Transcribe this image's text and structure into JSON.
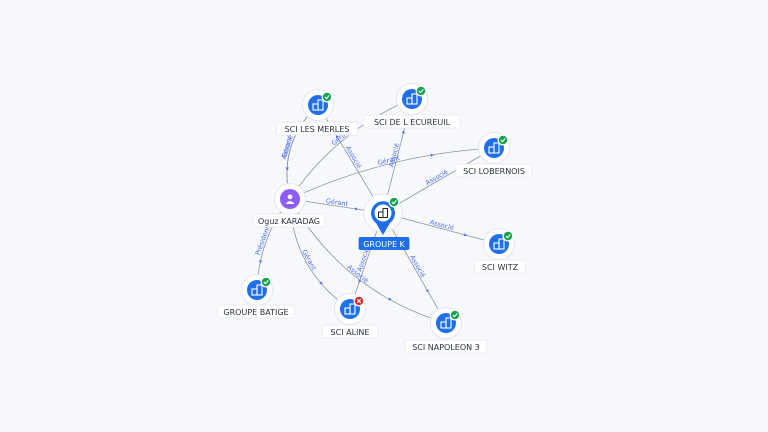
{
  "graph": {
    "center": {
      "label": "GROUPE K",
      "status": "ok",
      "icon": "building-icon"
    },
    "nodes": [
      {
        "id": "oguz",
        "label": "Oguz KARADAG",
        "kind": "person",
        "icon": "person-icon"
      },
      {
        "id": "merles",
        "label": "SCI LES MERLES",
        "kind": "company",
        "status": "ok",
        "icon": "building-icon"
      },
      {
        "id": "ecureuil",
        "label": "SCI DE L ECUREUIL",
        "kind": "company",
        "status": "ok",
        "icon": "building-icon"
      },
      {
        "id": "lobernois",
        "label": "SCI LOBERNOIS",
        "kind": "company",
        "status": "ok",
        "icon": "building-icon"
      },
      {
        "id": "witz",
        "label": "SCI WITZ",
        "kind": "company",
        "status": "ok",
        "icon": "building-icon"
      },
      {
        "id": "batige",
        "label": "GROUPE BATIGE",
        "kind": "company",
        "status": "ok",
        "icon": "building-icon"
      },
      {
        "id": "aline",
        "label": "SCI ALINE",
        "kind": "company",
        "status": "ko",
        "icon": "building-icon"
      },
      {
        "id": "napoleon",
        "label": "SCI NAPOLEON 3",
        "kind": "company",
        "status": "ok",
        "icon": "building-icon"
      }
    ],
    "edges": [
      {
        "from": "oguz",
        "to": "merles",
        "label": "Gérant"
      },
      {
        "from": "merles",
        "to": "oguz",
        "label": "Associé"
      },
      {
        "from": "oguz",
        "to": "center",
        "label": "Gérant"
      },
      {
        "from": "oguz",
        "to": "lobernois",
        "label": "Gérant"
      },
      {
        "from": "oguz",
        "to": "batige",
        "label": "Président"
      },
      {
        "from": "oguz",
        "to": "aline",
        "label": "Gérant"
      },
      {
        "from": "center",
        "to": "merles",
        "label": "Associé"
      },
      {
        "from": "center",
        "to": "ecureuil",
        "label": "Associé"
      },
      {
        "from": "oguz",
        "to": "ecureuil",
        "label": "Gérant"
      },
      {
        "from": "center",
        "to": "lobernois",
        "label": "Associé"
      },
      {
        "from": "center",
        "to": "witz",
        "label": "Associé"
      },
      {
        "from": "center",
        "to": "aline",
        "label": "Associé"
      },
      {
        "from": "center",
        "to": "napoleon",
        "label": "Associé"
      },
      {
        "from": "oguz",
        "to": "napoleon",
        "label": "Associé"
      }
    ],
    "colors": {
      "accent": "#1f6feb",
      "person": "#8b5cf6",
      "status_ok": "#16a34a",
      "status_ko": "#dc2626",
      "edge": "#8a93a8",
      "edge_label": "#4c6ef5"
    }
  }
}
